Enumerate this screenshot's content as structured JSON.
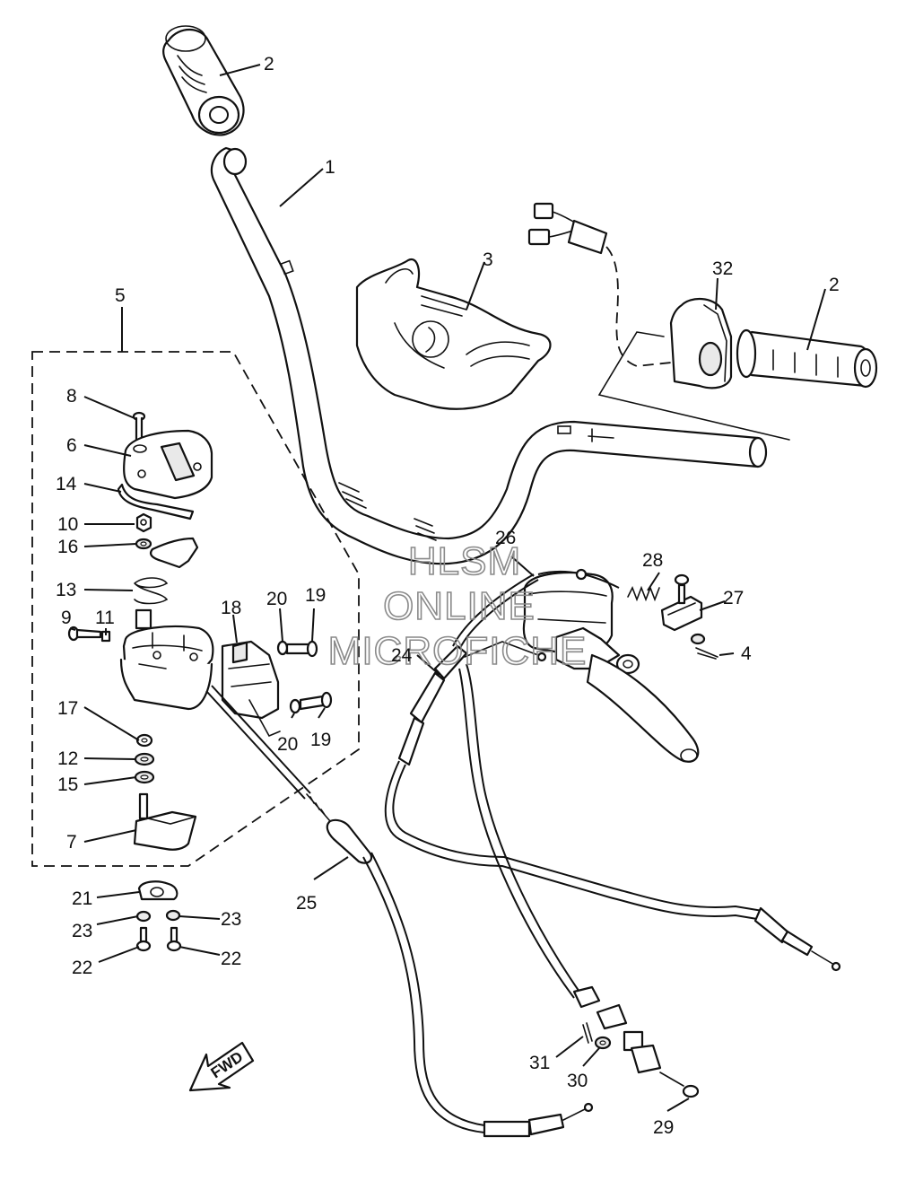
{
  "watermark": [
    "HLSM",
    "ONLINE",
    "MICROFICHE"
  ],
  "fwd_label": "FWD",
  "callouts": [
    "1",
    "2",
    "2",
    "3",
    "4",
    "5",
    "6",
    "7",
    "8",
    "9",
    "10",
    "11",
    "12",
    "13",
    "14",
    "15",
    "16",
    "17",
    "18",
    "19",
    "19",
    "20",
    "20",
    "21",
    "22",
    "22",
    "23",
    "23",
    "24",
    "25",
    "26",
    "27",
    "28",
    "29",
    "30",
    "31",
    "32"
  ]
}
